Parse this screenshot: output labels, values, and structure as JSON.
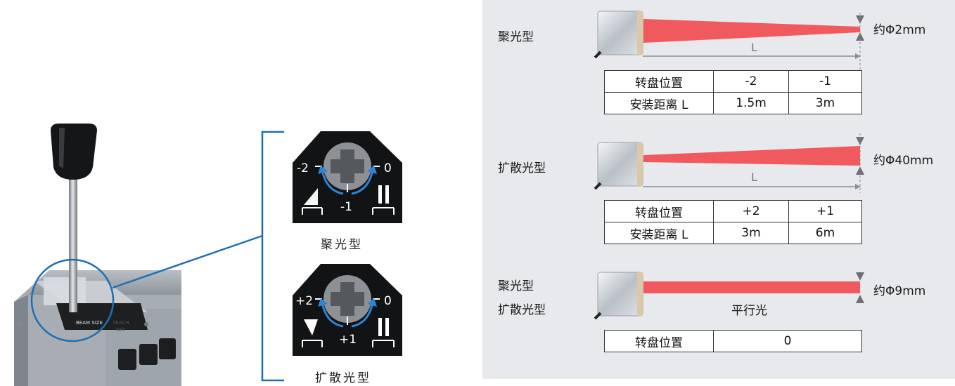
{
  "captions": {
    "focus": "聚光型",
    "diffuse": "扩散光型"
  },
  "dial_focus": {
    "left": "-2",
    "right": "0",
    "bottom": "-1"
  },
  "dial_diffuse": {
    "left": "+2",
    "right": "0",
    "bottom": "+1"
  },
  "sensor_labels": {
    "beam_size": "BEAM SIZE",
    "teach": "TEACH",
    "set": "SET"
  },
  "rows": [
    {
      "mode_lines": [
        "聚光型"
      ],
      "spot": "约Φ2mm",
      "distance_symbol": "L",
      "table": {
        "header": [
          "转盘位置",
          "-2",
          "-1"
        ],
        "body": [
          "安装距离 L",
          "1.5m",
          "3m"
        ]
      }
    },
    {
      "mode_lines": [
        "扩散光型"
      ],
      "spot": "约Φ40mm",
      "distance_symbol": "L",
      "table": {
        "header": [
          "转盘位置",
          "+2",
          "+1"
        ],
        "body": [
          "安装距离 L",
          "3m",
          "6m"
        ]
      }
    },
    {
      "mode_lines": [
        "聚光型",
        "扩散光型"
      ],
      "spot": "约Φ9mm",
      "beam_label": "平行光",
      "table": {
        "header": [
          "转盘位置",
          "0"
        ]
      }
    }
  ],
  "colors": {
    "beam": "#f05a5f",
    "leader": "#1e6fb5",
    "panel": "#e7e9ec",
    "arrow": "#2a86d8"
  }
}
